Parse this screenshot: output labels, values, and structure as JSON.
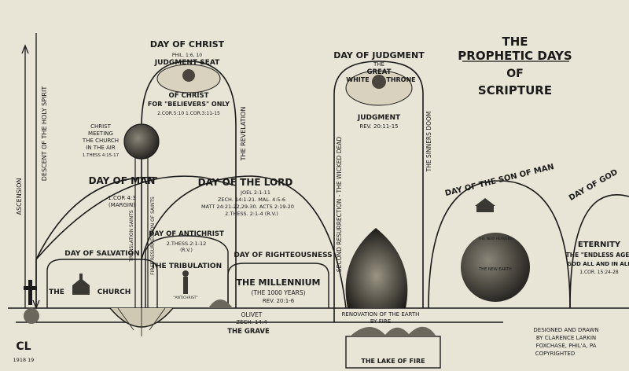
{
  "title": {
    "line1": "THE",
    "line2": "PROPHETIC DAYS",
    "line3": "OF",
    "line4": "SCRIPTURE"
  },
  "vertical": {
    "ascension": "ASCENSION",
    "descent": "DESCENT OF THE HOLY SPIRIT",
    "translation": "TRANSLATION SAINTS",
    "resurrection_saints": "FIRST RESURRECTION OF SAINTS",
    "revelation": "THE REVELATION",
    "second_resurrection": "SECOND RESURRECTION - THE WICKED DEAD",
    "sinners_doom": "THE SINNERS DOOM"
  },
  "day_of_christ": {
    "title": "DAY OF CHRIST",
    "ref1": "PHIL. 1:6, 10",
    "seat": "JUDGMENT SEAT",
    "of_christ": "OF CHRIST",
    "believers": "FOR \"BELIEVERS\" ONLY",
    "refs": "2.COR.5:10   1.COR.3:11-15"
  },
  "christ_meeting": {
    "l1": "CHRIST",
    "l2": "MEETING",
    "l3": "THE CHURCH",
    "l4": "IN THE AIR",
    "ref": "1.THESS 4:15-17"
  },
  "day_of_judgment": {
    "title": "DAY OF JUDGMENT",
    "the": "THE",
    "great": "GREAT",
    "white": "WHITE",
    "throne": "THRONE",
    "judgment": "JUDGMENT",
    "ref": "REV. 20:11-15"
  },
  "day_of_man": {
    "title": "DAY OF MAN",
    "ref1": "1.COR 4:3",
    "ref2": "(MARGIN)"
  },
  "day_of_lord": {
    "title": "DAY OF THE LORD",
    "refs1": "JOEL 2:1-11",
    "refs2": "ZECH. 14:1-21.  MAL. 4:5-6",
    "refs3": "MATT 24:21-22,29-30. ACTS 2:19-20",
    "refs4": "2.THESS. 2:1-4 (R.V.)"
  },
  "day_of_salvation": "DAY OF SALVATION",
  "church": {
    "the": "THE",
    "church": "CHURCH"
  },
  "antichrist": {
    "title": "DAY OF ANTICHRIST",
    "ref1": "2.THESS.2:1-12",
    "ref2": "(R.V.)"
  },
  "tribulation": "THE TRIBULATION",
  "antichrist_label": "\"ANTICHRIST\"",
  "righteousness": "DAY OF RIGHTEOUSNESS",
  "millennium": {
    "title": "THE MILLENNIUM",
    "years": "(THE 1000 YEARS)",
    "ref": "REV. 20:1-6"
  },
  "olivet": {
    "name": "OLIVET",
    "ref": "ZECH. 14:4"
  },
  "renovation": {
    "l1": "RENOVATION OF THE EARTH",
    "l2": "BY FIRE"
  },
  "grave": "THE GRAVE",
  "lake": "THE LAKE OF FIRE",
  "son_of_man": "DAY OF THE SON OF MAN",
  "new_heavens": "THE NEW HEAVENS",
  "new_earth": "THE NEW EARTH",
  "day_of_god": "DAY OF GOD",
  "eternity": {
    "title": "ETERNITY",
    "ages": "THE \"ENDLESS AGE\"",
    "god": "GOD ALL AND IN ALL",
    "ref": "1.COR. 15:24-28"
  },
  "credit": {
    "l1": "DESIGNED AND DRAWN",
    "l2": "BY CLARENCE LARKIN",
    "l3": "FOXCHASE, PHIL'A, PA",
    "l4": "COPYRIGHTED"
  },
  "monogram": "CL",
  "monogram_date": "1918 19"
}
